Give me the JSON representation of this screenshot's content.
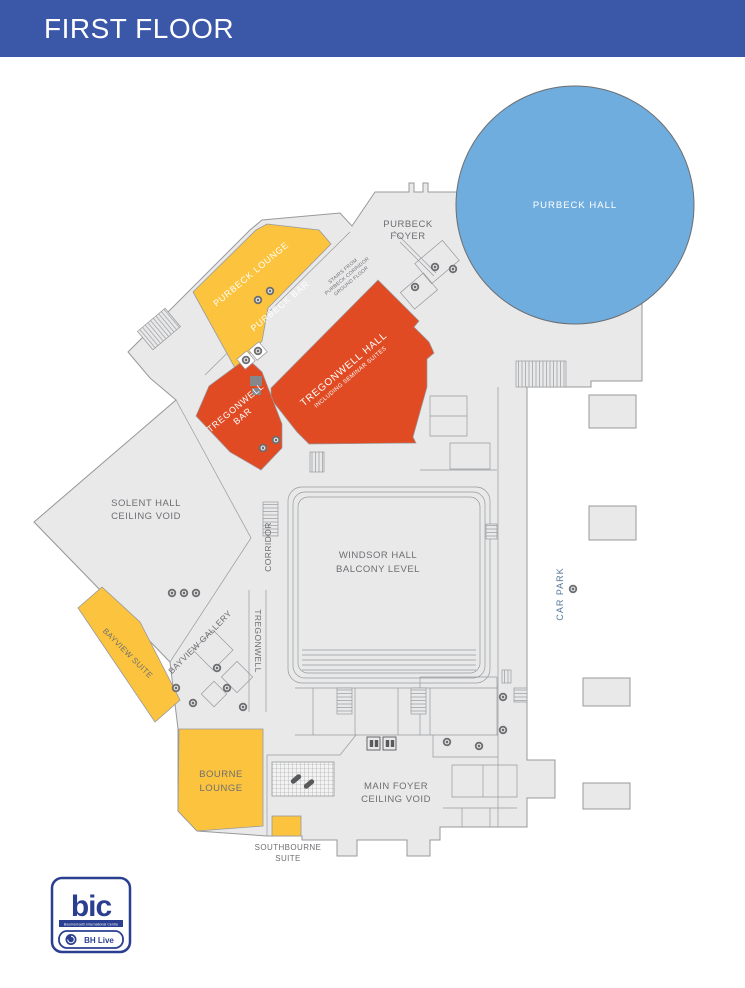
{
  "header": {
    "title": "FIRST FLOOR"
  },
  "colors": {
    "header_bar": "#3a57a8",
    "hall_blue": "#6fadde",
    "room_yellow": "#fcc43e",
    "room_red": "#e14b24",
    "floor_gray": "#e9e9ea",
    "wall_gray": "#97999c",
    "label_gray": "#6d6e71",
    "car_park_label": "#56789a",
    "logo_blue": "#2b3f90"
  },
  "plan": {
    "purbeck_hall": "PURBECK HALL",
    "purbeck_foyer": [
      "PURBECK",
      "FOYER"
    ],
    "purbeck_lounge": "PURBECK LOUNGE",
    "purbeck_bar": "PURBECK BAR",
    "stairs_note": [
      "STAIRS FROM",
      "PURBECK CORRIDOR",
      "GROUND FLOOR"
    ],
    "tregonwell_hall": [
      "TREGONWELL HALL",
      "INCLUDING SEMINAR SUITES"
    ],
    "tregonwell_bar": [
      "TREGONWELL",
      "BAR"
    ],
    "solent_hall": [
      "SOLENT HALL",
      "CEILING VOID"
    ],
    "corridor": "CORRIDOR",
    "windsor_hall": [
      "WINDSOR HALL",
      "BALCONY LEVEL"
    ],
    "bayview_gallery": "BAYVIEW GALLERY",
    "tregonwell_corridor": "TREGONWELL",
    "bayview_suite": "BAYVIEW SUITE",
    "car_park": "CAR PARK",
    "bourne_lounge": [
      "BOURNE",
      "LOUNGE"
    ],
    "main_foyer": [
      "MAIN FOYER",
      "CEILING VOID"
    ],
    "southbourne_suite": [
      "SOUTHBOURNE",
      "SUITE"
    ]
  },
  "logo": {
    "name": "bic",
    "subtitle": "Bournemouth International Centre",
    "partner": "BH Live"
  }
}
